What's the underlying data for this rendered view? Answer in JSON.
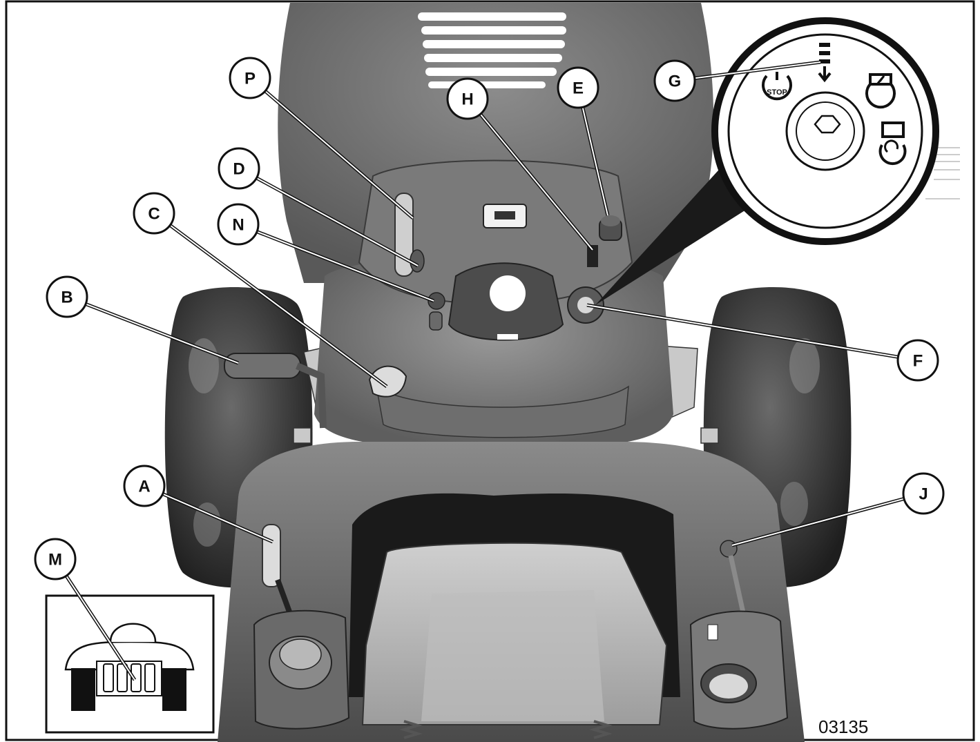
{
  "figure": {
    "figure_number": "03135",
    "ignition_inset": {
      "stop_label": "STOP"
    },
    "callouts": [
      {
        "id": "P",
        "label": "P"
      },
      {
        "id": "H",
        "label": "H"
      },
      {
        "id": "E",
        "label": "E"
      },
      {
        "id": "G",
        "label": "G"
      },
      {
        "id": "D",
        "label": "D"
      },
      {
        "id": "C",
        "label": "C"
      },
      {
        "id": "N",
        "label": "N"
      },
      {
        "id": "B",
        "label": "B"
      },
      {
        "id": "F",
        "label": "F"
      },
      {
        "id": "A",
        "label": "A"
      },
      {
        "id": "J",
        "label": "J"
      },
      {
        "id": "M",
        "label": "M"
      }
    ]
  }
}
